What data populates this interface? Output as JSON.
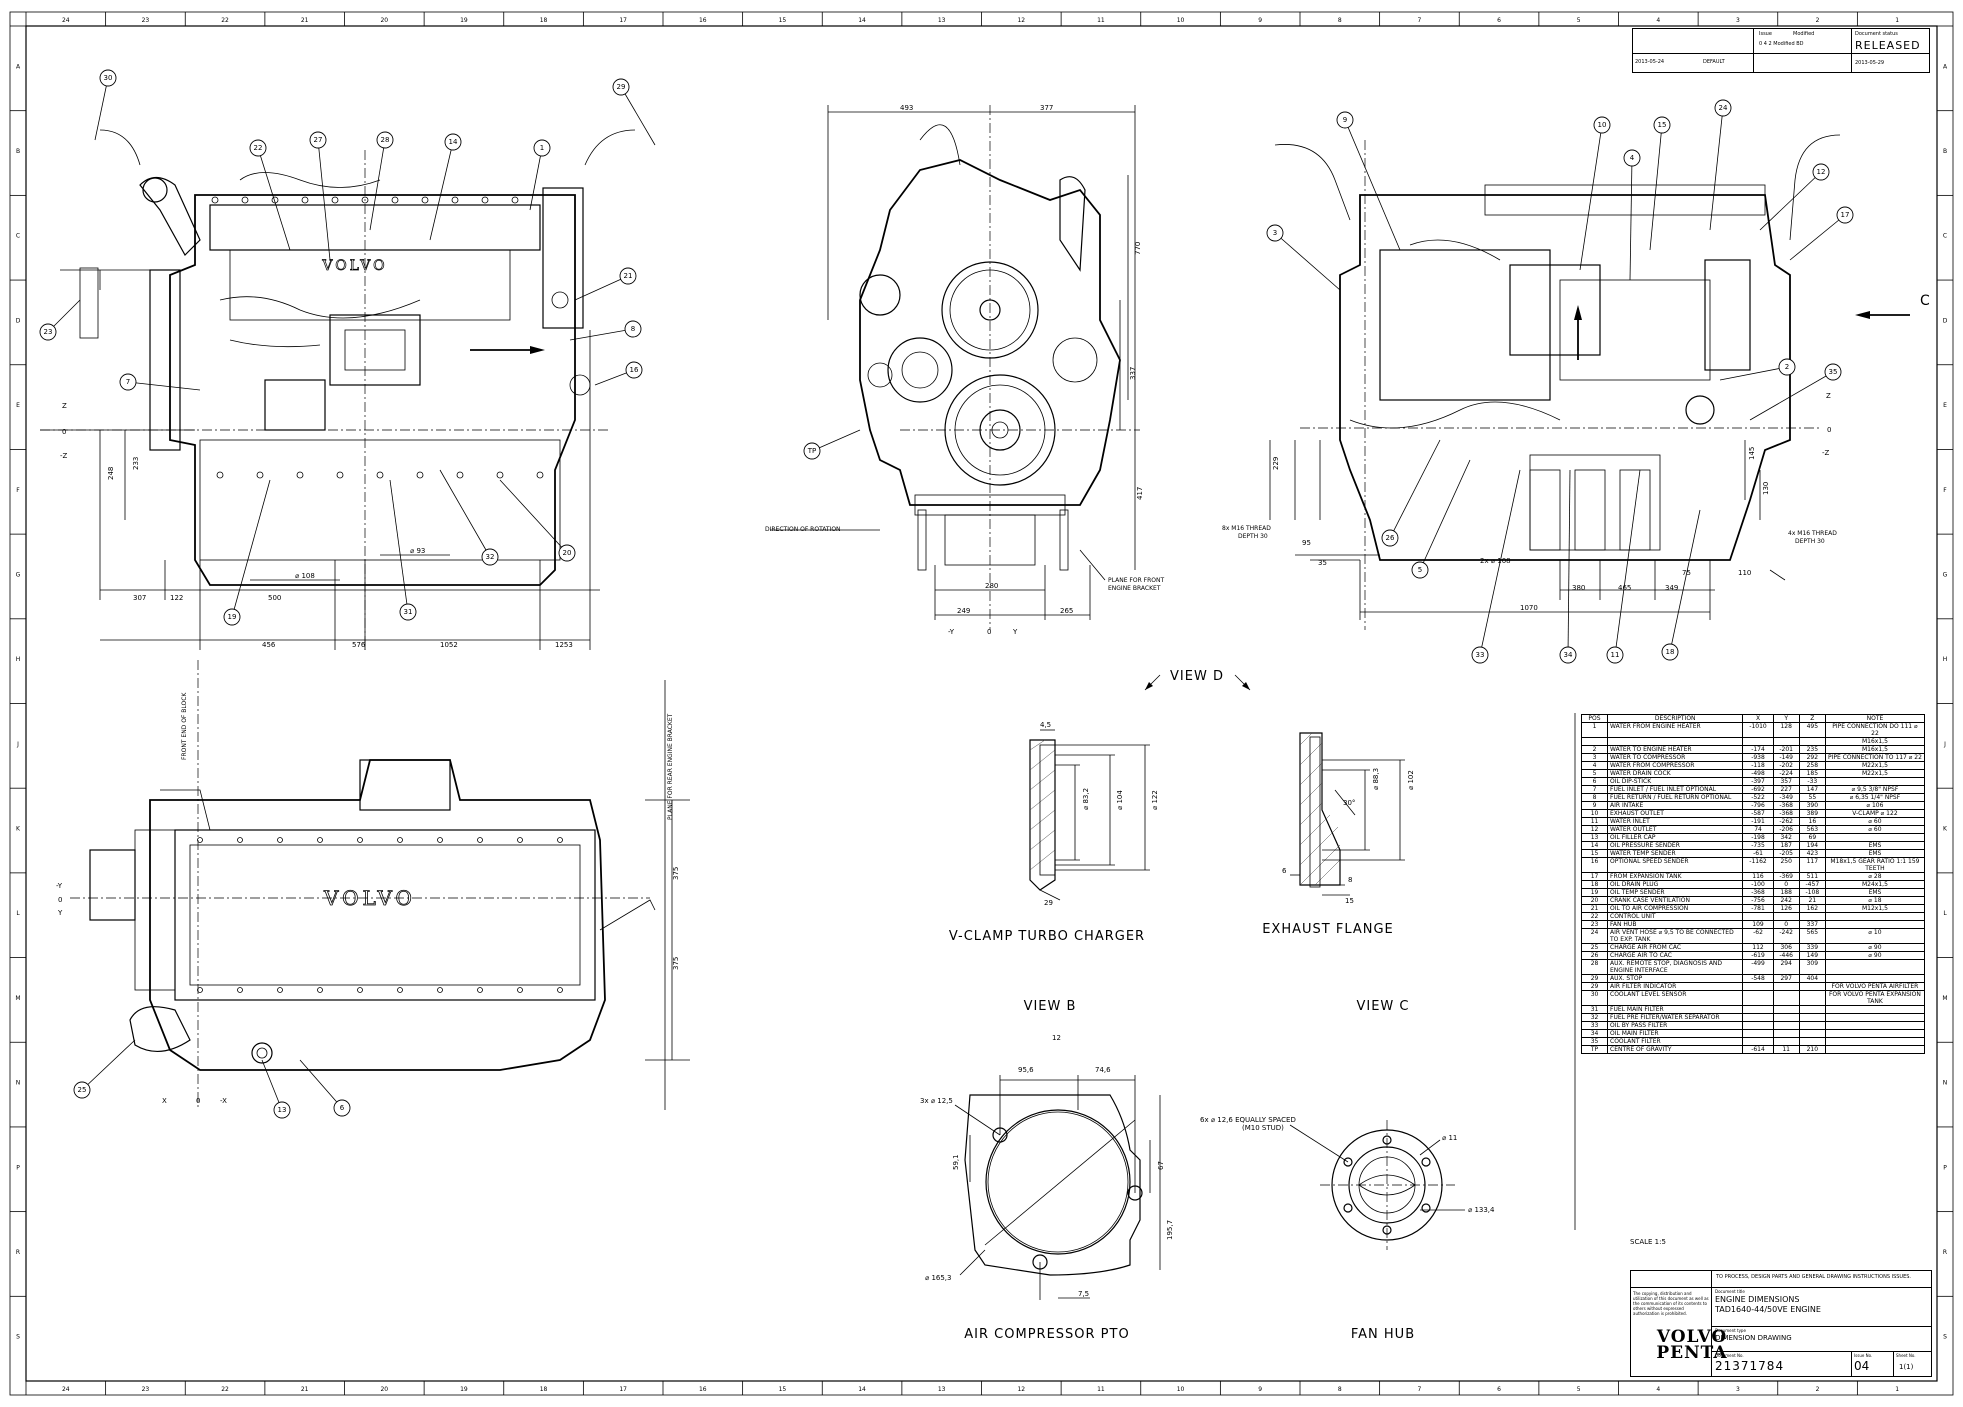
{
  "views": {
    "view_d": "VIEW D",
    "v_clamp": "V-CLAMP TURBO CHARGER",
    "exhaust_flange": "EXHAUST FLANGE",
    "view_b": "VIEW B",
    "view_c": "VIEW C",
    "air_compressor": "AIR COMPRESSOR PTO",
    "fan_hub": "FAN HUB",
    "view_c_arrow": "C"
  },
  "annotations": {
    "direction_rotation": "DIRECTION OF ROTATION",
    "plane_front_1": "PLANE FOR FRONT",
    "plane_front_2": "ENGINE BRACKET",
    "front_end_block": "FRONT END OF BLOCK",
    "plane_rear": "PLANE FOR REAR ENGINE BRACKET",
    "thread_left_1": "8x M16 THREAD",
    "thread_left_2": "DEPTH 30",
    "thread_right_1": "4x M16 THREAD",
    "thread_right_2": "DEPTH 30",
    "fan_hub_holes_1": "6x  ⌀ 12,6 EQUALLY SPACED",
    "fan_hub_holes_2": "(M10 STUD)",
    "comp_holes": "3x  ⌀ 12,5",
    "comp_dia": "⌀ 165,3",
    "fan_dia": "⌀ 133,4",
    "fan_dia2": "⌀ 11",
    "volvo_cast_1": "VOLVO",
    "volvo_cast_2": "VOLVO",
    "axis_x_left": "X",
    "axis_x_right": "-X",
    "axis_y_left": "-Y",
    "axis_y_right": "Y",
    "axis_z_up": "Z",
    "axis_z_down": "-Z",
    "axis_0": "0",
    "scale_note": "SCALE 1:5",
    "tp": "TP"
  },
  "dimensions": {
    "d_493": "493",
    "d_377": "377",
    "d_770": "770",
    "d_337": "337",
    "d_417": "417",
    "d_280": "280",
    "d_249": "249",
    "d_265": "265",
    "d_307": "307",
    "d_122": "122",
    "d_500": "500",
    "d_456": "456",
    "d_576": "576",
    "d_1052": "1052",
    "d_1253": "1253",
    "d_248": "248",
    "d_233": "233",
    "d_108": "⌀ 108",
    "d_93": "⌀ 93",
    "d_1070": "1070",
    "d_380": "380",
    "d_465": "465",
    "d_349": "349",
    "d_75": "75",
    "d_110": "110",
    "d_35": "35",
    "d_95": "95",
    "d_229": "229",
    "d_3x108": "2x ⌀ 108",
    "d_145": "145",
    "d_130": "130",
    "d_375a": "375",
    "d_375b": "375",
    "vc_45": "4,5",
    "vc_832": "⌀ 83,2",
    "vc_104": "⌀ 104",
    "vc_122": "⌀ 122",
    "vc_29": "29",
    "ef_883": "⌀ 88,3",
    "ef_102": "⌀ 102",
    "ef_6": "6",
    "ef_8": "8",
    "ef_15": "15",
    "ef_30": "30°",
    "ap_956": "95,6",
    "ap_746": "74,6",
    "ap_591": "59,1",
    "ap_67": "67",
    "ap_1957": "195,7",
    "ap_75": "7,5",
    "ap_12": "12"
  },
  "bubbles": {
    "b1": "1",
    "b2": "2",
    "b3": "3",
    "b4": "4",
    "b5": "5",
    "b6": "6",
    "b7": "7",
    "b8": "8",
    "b9": "9",
    "b10": "10",
    "b11": "11",
    "b12": "12",
    "b13": "13",
    "b14": "14",
    "b15": "15",
    "b16": "16",
    "b17": "17",
    "b18": "18",
    "b19": "19",
    "b20": "20",
    "b21": "21",
    "b22": "22",
    "b23": "23",
    "b24": "24",
    "b25": "25",
    "b26": "26",
    "b27": "27",
    "b28": "28",
    "b29": "29",
    "b30": "30",
    "b31": "31",
    "b32": "32",
    "b33": "33",
    "b34": "34",
    "b35": "35",
    "tp": "TP"
  },
  "position_table": {
    "headers": [
      "POS",
      "DESCRIPTION",
      "X",
      "Y",
      "Z",
      "NOTE"
    ],
    "rows": [
      [
        "1",
        "WATER FROM ENGINE HEATER",
        "-1010",
        "128",
        "495",
        "PIPE CONNECTION  DO 111  ⌀ 22"
      ],
      [
        "",
        "",
        "",
        "",
        "",
        "M16x1,5"
      ],
      [
        "2",
        "WATER TO ENGINE HEATER",
        "-174",
        "-201",
        "235",
        "M16x1,5"
      ],
      [
        "3",
        "WATER TO COMPRESSOR",
        "-938",
        "-149",
        "292",
        "PIPE CONNECTION  TO 117  ⌀ 22"
      ],
      [
        "4",
        "WATER FROM COMPRESSOR",
        "-118",
        "-202",
        "258",
        "M22x1,5"
      ],
      [
        "5",
        "WATER DRAIN COCK",
        "-498",
        "-224",
        "185",
        "M22x1,5"
      ],
      [
        "6",
        "OIL DIP-STICK",
        "-397",
        "357",
        "-33",
        ""
      ],
      [
        "7",
        "FUEL INLET / FUEL INLET OPTIONAL",
        "-692",
        "227",
        "147",
        "⌀ 9,5  3/8\" NPSF"
      ],
      [
        "8",
        "FUEL RETURN / FUEL RETURN OPTIONAL",
        "-522",
        "-349",
        "55",
        "⌀ 6,35  1/4\" NPSF"
      ],
      [
        "9",
        "AIR INTAKE",
        "-796",
        "-368",
        "390",
        "⌀ 106"
      ],
      [
        "10",
        "EXHAUST OUTLET",
        "-587",
        "-368",
        "389",
        "V-CLAMP  ⌀ 122"
      ],
      [
        "11",
        "WATER INLET",
        "-191",
        "-262",
        "16",
        "⌀ 60"
      ],
      [
        "12",
        "WATER OUTLET",
        "74",
        "-206",
        "563",
        "⌀ 60"
      ],
      [
        "13",
        "OIL FILLER CAP",
        "-198",
        "342",
        "69",
        ""
      ],
      [
        "14",
        "OIL PRESSURE SENDER",
        "-735",
        "187",
        "194",
        "EMS"
      ],
      [
        "15",
        "WATER TEMP SENDER",
        "-61",
        "-205",
        "423",
        "EMS"
      ],
      [
        "16",
        "OPTIONAL SPEED SENDER",
        "-1162",
        "250",
        "117",
        "M18x1,5  GEAR RATIO 1:1  159 TEETH"
      ],
      [
        "17",
        "FROM EXPANSION TANK",
        "116",
        "-369",
        "511",
        "⌀ 28"
      ],
      [
        "18",
        "OIL DRAIN PLUG",
        "-100",
        "0",
        "-457",
        "M24x1,5"
      ],
      [
        "19",
        "OIL TEMP SENDER",
        "-368",
        "188",
        "-108",
        "EMS"
      ],
      [
        "20",
        "CRANK CASE VENTILATION",
        "-756",
        "242",
        "21",
        "⌀ 18"
      ],
      [
        "21",
        "OIL TO AIR COMPRESSION",
        "-781",
        "126",
        "162",
        "M12x1,5"
      ],
      [
        "22",
        "CONTROL UNIT",
        "",
        "",
        "",
        ""
      ],
      [
        "23",
        "FAN HUB",
        "109",
        "0",
        "337",
        ""
      ],
      [
        "24",
        "AIR VENT HOSE  ⌀ 9,5 TO BE CONNECTED TO EXP. TANK",
        "-62",
        "-242",
        "565",
        "⌀ 10"
      ],
      [
        "25",
        "CHARGE AIR FROM CAC",
        "112",
        "306",
        "339",
        "⌀ 90"
      ],
      [
        "26",
        "CHARGE AIR TO CAC",
        "-619",
        "-446",
        "149",
        "⌀ 90"
      ],
      [
        "28",
        "AUX. REMOTE STOP, DIAGNOSIS AND ENGINE INTERFACE",
        "-499",
        "294",
        "309",
        ""
      ],
      [
        "29",
        "AUX. STOP",
        "-548",
        "297",
        "404",
        ""
      ],
      [
        "29",
        "AIR FILTER INDICATOR",
        "",
        "",
        "",
        "FOR VOLVO PENTA AIRFILTER"
      ],
      [
        "30",
        "COOLANT LEVEL SENSOR",
        "",
        "",
        "",
        "FOR VOLVO PENTA EXPANSION TANK"
      ],
      [
        "31",
        "FUEL MAIN FILTER",
        "",
        "",
        "",
        ""
      ],
      [
        "32",
        "FUEL PRE FILTER/WATER SEPARATOR",
        "",
        "",
        "",
        ""
      ],
      [
        "33",
        "OIL BY PASS FILTER",
        "",
        "",
        "",
        ""
      ],
      [
        "34",
        "OIL MAIN FILTER",
        "",
        "",
        "",
        ""
      ],
      [
        "35",
        "COOLANT FILTER",
        "",
        "",
        "",
        ""
      ],
      [
        "TP",
        "CENTRE OF GRAVITY",
        "-614",
        "11",
        "210",
        ""
      ]
    ]
  },
  "title_block": {
    "notice": "TO PROCESS, DESIGN PARTS AND GENERAL DRAWING INSTRUCTIONS ISSUES.",
    "legal": "The copying, distribution and utilization of this document as well as the communication of its contents to others without expressed authorization is prohibited.",
    "title_label": "Document title",
    "title_1": "ENGINE DIMENSIONS",
    "title_2": "TAD1640-44/50VE ENGINE",
    "type_label": "Document type",
    "type_value": "DIMENSION DRAWING",
    "brand_1": "VOLVO",
    "brand_2": "PENTA",
    "number_label": "Document No.",
    "number": "21371784",
    "sheet_label": "Sheet No.",
    "sheet": "1(1)",
    "issue_label": "Issue No.",
    "issue": "04"
  },
  "revision_block": {
    "date_label": "2013-05-24",
    "prepared": "DEFAULT",
    "issue_col": "Issue",
    "change": "Modified",
    "row1": "0  4  2  Modified   BD",
    "status_label": "Document status",
    "status": "RELEASED",
    "date2": "2013-05-29"
  },
  "grid": {
    "top": [
      "24",
      "23",
      "22",
      "21",
      "20",
      "19",
      "18",
      "17",
      "16",
      "15",
      "14",
      "13",
      "12",
      "11",
      "10",
      "9",
      "8",
      "7",
      "6",
      "5",
      "4",
      "3",
      "2",
      "1"
    ],
    "side": [
      "A",
      "B",
      "C",
      "D",
      "E",
      "F",
      "G",
      "H",
      "J",
      "K",
      "L",
      "M",
      "N",
      "P",
      "R",
      "S"
    ]
  }
}
